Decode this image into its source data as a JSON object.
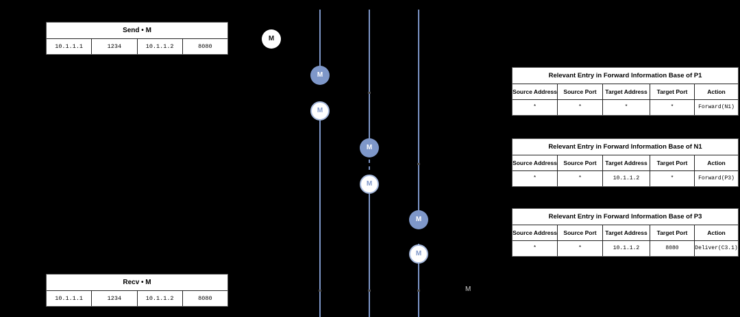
{
  "send_table": {
    "title": "Send • M",
    "cells": [
      "10.1.1.1",
      "1234",
      "10.1.1.2",
      "8080"
    ]
  },
  "recv_table": {
    "title": "Recv • M",
    "cells": [
      "10.1.1.1",
      "1234",
      "10.1.1.2",
      "8080"
    ]
  },
  "fib_tables": [
    {
      "title": "Relevant Entry in Forward Information Base of P1",
      "headers": [
        "Source Address",
        "Source Port",
        "Target Address",
        "Target Port",
        "Action"
      ],
      "row": [
        "*",
        "*",
        "*",
        "*",
        "Forward(N1)"
      ]
    },
    {
      "title": "Relevant Entry in Forward Information Base of N1",
      "headers": [
        "Source Address",
        "Source Port",
        "Target Address",
        "Target Port",
        "Action"
      ],
      "row": [
        "*",
        "*",
        "10.1.1.2",
        "*",
        "Forward(P3)"
      ]
    },
    {
      "title": "Relevant Entry in Forward Information Base of P3",
      "headers": [
        "Source Address",
        "Source Port",
        "Target Address",
        "Target Port",
        "Action"
      ],
      "row": [
        "*",
        "*",
        "10.1.1.2",
        "8080",
        "Deliver(C3.1)"
      ]
    }
  ],
  "message_label": "M",
  "trailing_message_label": "M",
  "colors": {
    "background": "#000000",
    "lifeline": "#7E97C9",
    "marker_fill": "#7E97C9",
    "marker_open_border": "#A5B8DC",
    "table_background": "#FFFFFF"
  }
}
